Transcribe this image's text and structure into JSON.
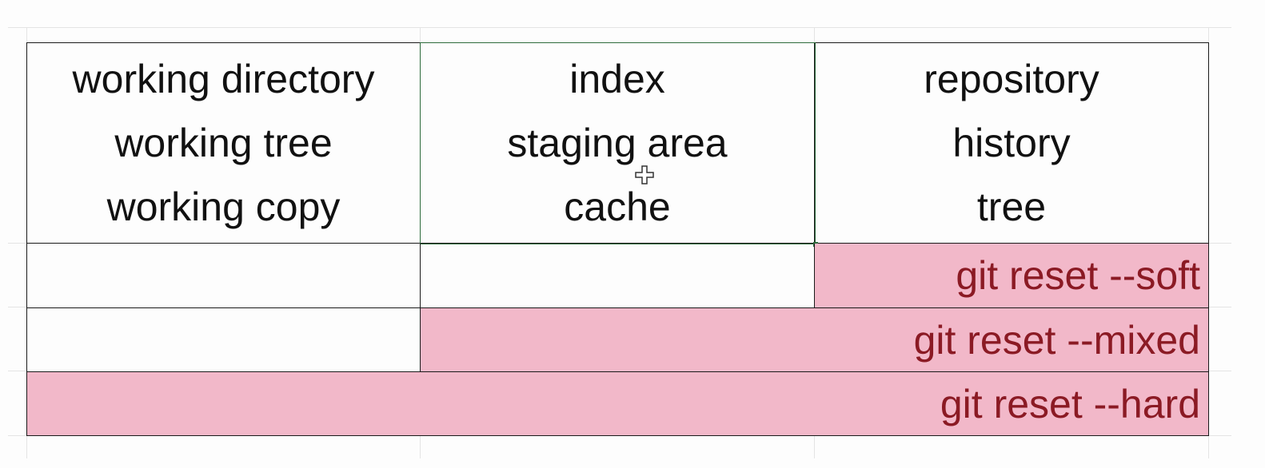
{
  "table": {
    "columns": [
      {
        "lines": [
          "working directory",
          "working tree",
          "working copy"
        ]
      },
      {
        "lines": [
          "index",
          "staging area",
          "cache"
        ]
      },
      {
        "lines": [
          "repository",
          "history",
          "tree"
        ]
      }
    ],
    "rows": [
      {
        "label": "git reset --soft"
      },
      {
        "label": "git reset --mixed"
      },
      {
        "label": "git reset --hard"
      }
    ]
  },
  "colors": {
    "highlight_fill": "#f2b8c9",
    "highlight_text": "#8b1a24",
    "selection_border": "#2d6b3c"
  },
  "cursor": {
    "icon": "plus-cross-cursor-icon"
  }
}
